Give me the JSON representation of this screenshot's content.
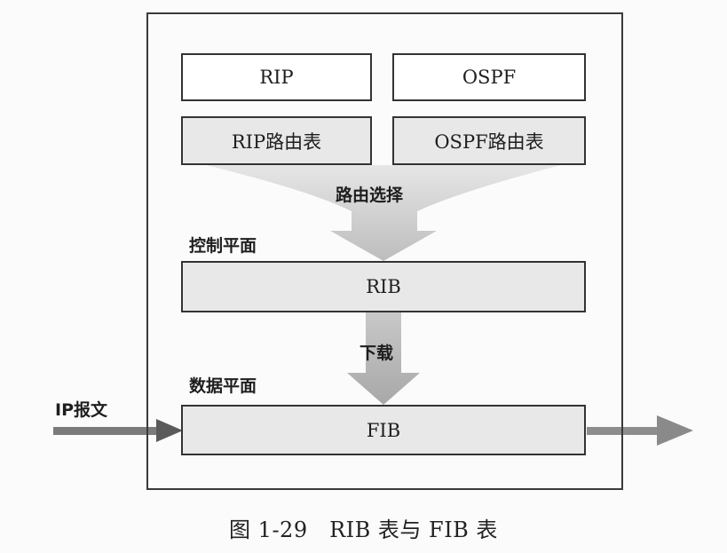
{
  "boxes": {
    "rip": "RIP",
    "ospf": "OSPF",
    "rip_table": "RIP路由表",
    "ospf_table": "OSPF路由表",
    "rib": "RIB",
    "fib": "FIB"
  },
  "labels": {
    "route_selection": "路由选择",
    "control_plane": "控制平面",
    "download": "下载",
    "data_plane": "数据平面",
    "ip_packet": "IP报文"
  },
  "caption": "图 1-29　RIB 表与 FIB 表"
}
